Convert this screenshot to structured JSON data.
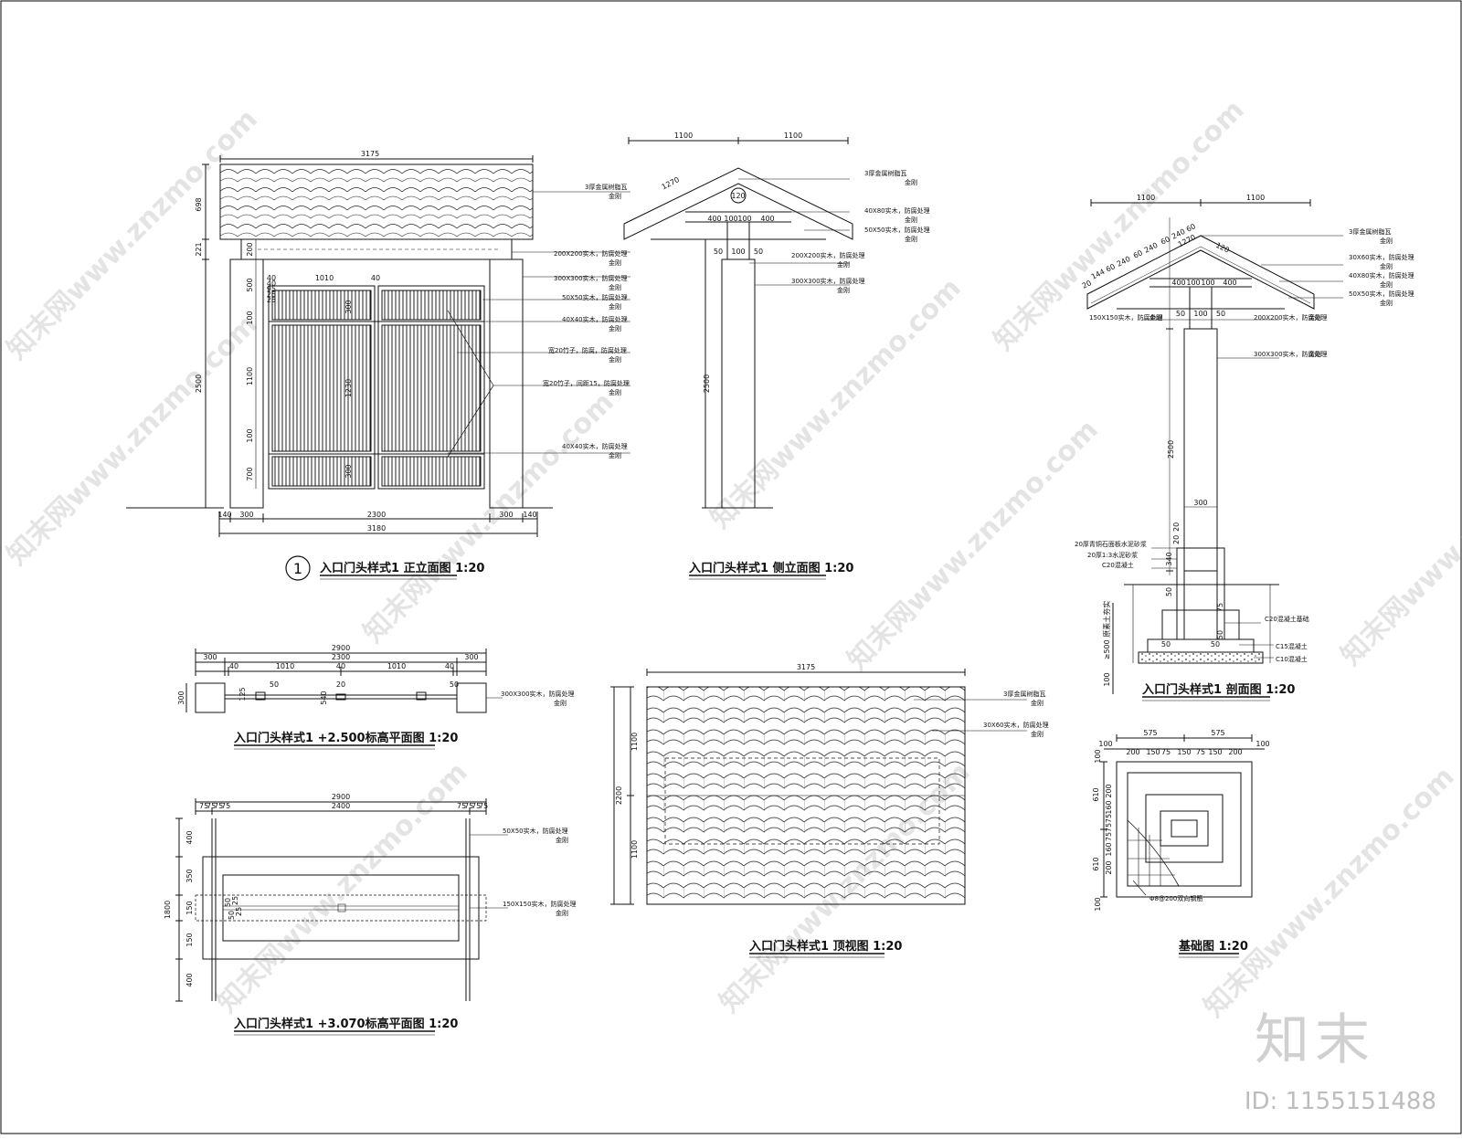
{
  "titles": {
    "front": "入口门头样式1 正立面图  1:20",
    "front_no": "1",
    "side": "入口门头样式1 侧立面图  1:20",
    "section": "入口门头样式1 剖面图  1:20",
    "plan_2500": "入口门头样式1  +2.500标高平面图  1:20",
    "plan_3070": "入口门头样式1  +3.070标高平面图  1:20",
    "roof": "入口门头样式1  顶视图  1:20",
    "foundation": "基础图  1:20"
  },
  "front": {
    "top_dim": "3175",
    "bottom_dims": [
      "140",
      "300",
      "2300",
      "300",
      "140"
    ],
    "bottom_total": "3180",
    "left_dims": [
      "698",
      "221",
      "2500"
    ],
    "post_dims": [
      "200",
      "500",
      "100",
      "1100",
      "100",
      "700"
    ],
    "leaf_dims": [
      "1010",
      "40",
      "40",
      "300",
      "1230",
      "300"
    ],
    "small_dims": [
      "40",
      "95",
      "25",
      "25"
    ],
    "notes": [
      [
        "3厚金属树脂瓦",
        "金刚"
      ],
      [
        "200X200实木，防腐处理",
        "金刚"
      ],
      [
        "300X300实木，防腐处理",
        "金刚"
      ],
      [
        "50X50实木，防腐处理",
        "金刚"
      ],
      [
        "40X40实木，防腐处理",
        "金刚"
      ],
      [
        "宽20竹子，防腐，防腐处理",
        "金刚"
      ],
      [
        "宽20竹子，间距15，防腐处理",
        "金刚"
      ],
      [
        "40X40实木，防腐处理",
        "金刚"
      ]
    ]
  },
  "side": {
    "top_dims": [
      "1100",
      "1100"
    ],
    "slope": "1270",
    "circle": "120",
    "beam_dims": [
      "400",
      "100",
      "100",
      "400"
    ],
    "post_dims": [
      "50",
      "100",
      "50"
    ],
    "height": "2500",
    "notes": [
      [
        "3厚金属树脂瓦",
        "金刚"
      ],
      [
        "40X80实木，防腐处理",
        "金刚"
      ],
      [
        "50X50实木，防腐处理",
        "金刚"
      ],
      [
        "200X200实木，防腐处理",
        "金刚"
      ],
      [
        "300X300实木，防腐处理",
        "金刚"
      ]
    ]
  },
  "section": {
    "top_dims": [
      "1100",
      "1100"
    ],
    "slope": "1270",
    "rafter_dims": [
      "20",
      "144",
      "60",
      "240",
      "60",
      "240",
      "60",
      "240",
      "60",
      "120"
    ],
    "beam_dims": [
      "400",
      "100",
      "100",
      "400"
    ],
    "post_dims": [
      "50",
      "100",
      "50"
    ],
    "height": "2500",
    "post_w": "300",
    "found_dims": [
      "20",
      "20",
      "340",
      "50",
      "75",
      "50",
      "50",
      "100",
      "50"
    ],
    "found_left": "≥500 原素土夯实",
    "notes": [
      [
        "3厚金属树脂瓦",
        "金刚"
      ],
      [
        "30X60实木，防腐处理",
        "金刚"
      ],
      [
        "40X80实木，防腐处理",
        "金刚"
      ],
      [
        "50X50实木，防腐处理",
        "金刚"
      ],
      [
        "150X150实木，防腐处理",
        "金刚"
      ],
      [
        "200X200实木，防腐处理",
        "金刚"
      ],
      [
        "300X300实木，防腐处理",
        "金刚"
      ]
    ],
    "layer_notes": [
      "20厚青铜石面板水泥砂浆",
      "20厚1:3水泥砂浆",
      "C20混凝土"
    ],
    "right_notes": [
      "C20混凝土基础",
      "C15混凝土",
      "C10混凝土"
    ]
  },
  "plan_2500": {
    "total": "2900",
    "row2": [
      "300",
      "2300",
      "300"
    ],
    "row3": [
      "40",
      "1010",
      "40",
      "1010",
      "40"
    ],
    "left": "300",
    "small": [
      "125",
      "50",
      "20",
      "50",
      "540"
    ],
    "note": [
      "300X300实木，防腐处理",
      "金刚"
    ]
  },
  "plan_3070": {
    "total": "2900",
    "mid": "2400",
    "small_l": [
      "75",
      "75",
      "75",
      "75"
    ],
    "small_r": [
      "75",
      "75",
      "75",
      "75"
    ],
    "left": [
      "400",
      "350",
      "150",
      "150",
      "400"
    ],
    "left_total": "1800",
    "inner": [
      "50",
      "50",
      "25",
      "25"
    ],
    "notes": [
      [
        "50X50实木，防腐处理",
        "金刚"
      ],
      [
        "150X150实木，防腐处理",
        "金刚"
      ]
    ]
  },
  "roof": {
    "top": "3175",
    "left": [
      "1100",
      "1100"
    ],
    "left_total": "2200",
    "notes": [
      [
        "3厚金属树脂瓦",
        "金刚"
      ],
      [
        "30X60实木，防腐处理",
        "金刚"
      ]
    ]
  },
  "foundation": {
    "top": [
      "575",
      "575"
    ],
    "row2": [
      "100",
      "200",
      "150",
      "75",
      "150",
      "75",
      "150",
      "200",
      "100"
    ],
    "left": [
      "100",
      "610",
      "200",
      "160",
      "75",
      "75",
      "75",
      "160",
      "200",
      "610",
      "100"
    ],
    "rebar": "Φ8@200双向钢筋"
  },
  "watermark": "知末网www.znzmo.com",
  "brand": {
    "logo": "知末",
    "id": "ID: 1155151488"
  }
}
